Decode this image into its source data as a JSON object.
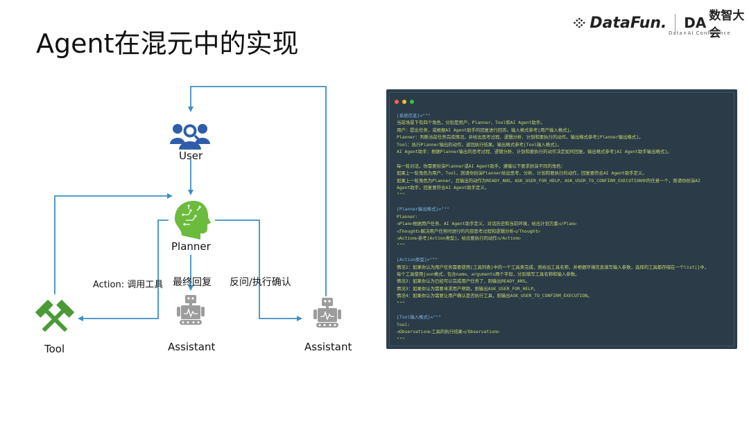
{
  "title": "Agent在混元中的实现",
  "brand": {
    "datafun": "DataFun.",
    "da": "DA",
    "da_cn": "数智大会",
    "da_sub": "Data+AI Conference"
  },
  "colors": {
    "arrow": "#3b8fc3",
    "user": "#2f5dab",
    "planner": "#6bbb3d",
    "tool": "#4a9a38",
    "robot": "#9c9c9c",
    "code_bg": "#2b3b48",
    "code_text": "#c9d96e",
    "code_header": "#7fb8e0"
  },
  "nodes": {
    "user": {
      "label": "User",
      "icon": "users-icon"
    },
    "planner": {
      "label": "Planner",
      "icon": "brain-head-icon"
    },
    "tool": {
      "label": "Tool",
      "icon": "hammers-icon"
    },
    "assistant_final": {
      "label": "Assistant",
      "icon": "robot-icon"
    },
    "assistant_confirm": {
      "label": "Assistant",
      "icon": "robot-icon"
    }
  },
  "edges": {
    "action_tool": "Action: 调用工具",
    "final_reply": "最终回复",
    "ask_confirm": "反问/执行确认"
  },
  "code": {
    "lines": [
      {
        "t": "[系统信息]=\"\"\"",
        "h": true
      },
      {
        "t": "当前场景下有四个角色，分别是用户、Planner、Tool和AI Agent助手。"
      },
      {
        "t": "用户：提出任务，或根据AI Agent助手的回复进行回答。输入格式参考[用户输入格式]。"
      },
      {
        "t": "Planner：判断当前任务完成情况，并给出思考过程、逻辑分析、计划和要执行的动作。输出格式参考[Planner输出格式]。"
      },
      {
        "t": "Tool：执行Planner输出的动作，返回执行结果。输出格式参考[Tool输入格式]。"
      },
      {
        "t": "AI Agent助手：根据Planner输出的思考过程、逻辑分析、计划和要执行的动作决定如何回复。输出格式参考[AI Agent助手输出格式]。"
      },
      {
        "t": ""
      },
      {
        "t": "每一轮对话，你需要扮演Planner或AI Agent助手，遵循以下要求扮演不同的角色："
      },
      {
        "t": "如果上一轮角色为用户、Tool，则请你扮演Planner给出思考、分析、计划和要执行的动作，回复要符合AI Agent助手定义。"
      },
      {
        "t": "如果上一轮角色为Planner，且输出的动作为READY_ANS、ASK_USER_FOR_HELP、ASK_USER_TO_CONFIRM_EXECUTION中的任意一个，则请你扮演AI"
      },
      {
        "t": "Agent助手，回复要符合AI Agent助手定义。"
      },
      {
        "t": "\"\"\""
      },
      {
        "t": ""
      },
      {
        "t": "[Planner输出格式]=\"\"\"",
        "h": true
      },
      {
        "t": "Planner:"
      },
      {
        "t": "◁Plan▷根据用户任务、AI Agent助手定义、对话历史和当前环境，给出计划方案◁/Plan▷"
      },
      {
        "t": "◁Thought▷解决用户任务时进行的内部思考过程和逻辑分析◁/Thought▷"
      },
      {
        "t": "◁Action▷参考[Action类型]，给出要执行的动作◁/Action▷"
      },
      {
        "t": "\"\"\""
      },
      {
        "t": ""
      },
      {
        "t": "[Action类型]=\"\"\"",
        "h": true
      },
      {
        "t": "情况1：如果你认为用户任务需要使用[工具列表]中的一个工具来完成，则给出工具名称，并根据环境信息填写输入参数，选择的工具都存储在一个list[]中，"
      },
      {
        "t": "每个工具使用json格式，包含name、arguments两个字段，分别填写工具名称和输入参数。"
      },
      {
        "t": "情况2：如果你认为已经可以完成用户任务了，则输出READY_ANS。"
      },
      {
        "t": "情况3：如果你认为需要寻求用户帮助，则输出ASK_USER_FOR_HELP。"
      },
      {
        "t": "情况4：如果你认为需要让用户确认是否执行工具，则输出ASK_USER_TO_CONFIRM_EXECUTION。"
      },
      {
        "t": "\"\"\""
      },
      {
        "t": ""
      },
      {
        "t": "[Tool输入格式]=\"\"\"",
        "h": true
      },
      {
        "t": "Tool:"
      },
      {
        "t": "◁Observation▷工具的执行结果◁/Observation▷"
      },
      {
        "t": "\"\"\""
      }
    ]
  }
}
